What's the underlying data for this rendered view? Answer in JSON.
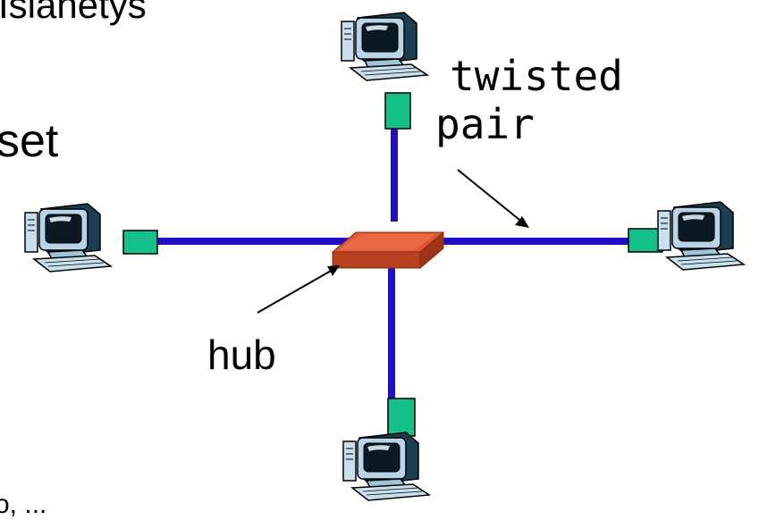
{
  "fragments": {
    "top": "Islanetys",
    "mid": "set",
    "bottom": "o, ..."
  },
  "labels": {
    "twisted": "twisted",
    "pair": "pair",
    "hub": "hub"
  },
  "colors": {
    "cable": "#1f10c8",
    "connector": "#16c08a",
    "hub_top": "#e0562e",
    "hub_side": "#b8401f",
    "monitor_frame": "#b8d4e8",
    "screen": "#0b1a22"
  },
  "nodes": [
    {
      "name": "computer-top",
      "icon": "desktop-computer-icon"
    },
    {
      "name": "computer-left",
      "icon": "desktop-computer-icon"
    },
    {
      "name": "computer-right",
      "icon": "desktop-computer-icon"
    },
    {
      "name": "computer-bottom",
      "icon": "desktop-computer-icon"
    }
  ],
  "hub": {
    "icon": "hub-icon"
  }
}
